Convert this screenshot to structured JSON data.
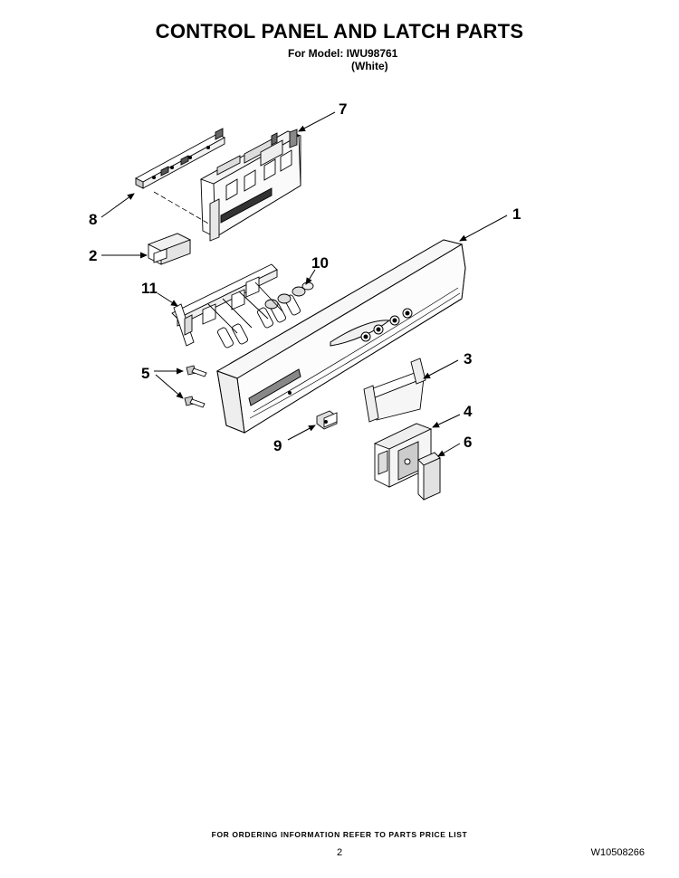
{
  "header": {
    "title": "CONTROL PANEL AND LATCH PARTS",
    "model_line": "For Model: IWU98761",
    "variant": "(White)"
  },
  "callouts": {
    "c1": "1",
    "c2": "2",
    "c3": "3",
    "c4": "4",
    "c5": "5",
    "c6": "6",
    "c7": "7",
    "c8": "8",
    "c9": "9",
    "c10": "10",
    "c11": "11"
  },
  "footer": {
    "ordering_note": "FOR ORDERING INFORMATION REFER TO PARTS PRICE LIST",
    "page_number": "2",
    "document_id": "W10508266"
  }
}
